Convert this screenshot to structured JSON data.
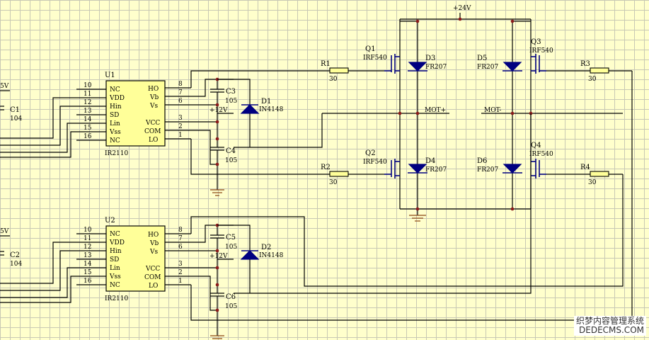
{
  "supply": {
    "v24": "+24V",
    "v12": "+12V",
    "v5": "5V"
  },
  "chips": [
    {
      "ref": "U1",
      "part": "IR2110",
      "left_pins": [
        {
          "num": "10",
          "name": "NC"
        },
        {
          "num": "11",
          "name": "VDD"
        },
        {
          "num": "12",
          "name": "Hin"
        },
        {
          "num": "13",
          "name": "SD"
        },
        {
          "num": "14",
          "name": "Lin"
        },
        {
          "num": "15",
          "name": "Vss"
        },
        {
          "num": "16",
          "name": "NC"
        }
      ],
      "right_pins": [
        {
          "num": "8",
          "name": "HO"
        },
        {
          "num": "7",
          "name": "Vb"
        },
        {
          "num": "6",
          "name": "Vs"
        },
        {
          "num": "3",
          "name": "VCC"
        },
        {
          "num": "2",
          "name": "COM"
        },
        {
          "num": "1",
          "name": "LO"
        }
      ]
    },
    {
      "ref": "U2",
      "part": "IR2110",
      "left_pins": [
        {
          "num": "10",
          "name": "NC"
        },
        {
          "num": "11",
          "name": "VDD"
        },
        {
          "num": "12",
          "name": "Hin"
        },
        {
          "num": "13",
          "name": "SD"
        },
        {
          "num": "14",
          "name": "Lin"
        },
        {
          "num": "15",
          "name": "Vss"
        },
        {
          "num": "16",
          "name": "NC"
        }
      ],
      "right_pins": [
        {
          "num": "8",
          "name": "HO"
        },
        {
          "num": "7",
          "name": "Vb"
        },
        {
          "num": "6",
          "name": "Vs"
        },
        {
          "num": "3",
          "name": "VCC"
        },
        {
          "num": "2",
          "name": "COM"
        },
        {
          "num": "1",
          "name": "LO"
        }
      ]
    }
  ],
  "caps": [
    {
      "ref": "C1",
      "value": "104"
    },
    {
      "ref": "C2",
      "value": "104"
    },
    {
      "ref": "C3",
      "value": "105"
    },
    {
      "ref": "C4",
      "value": "105"
    },
    {
      "ref": "C5",
      "value": "105"
    },
    {
      "ref": "C6",
      "value": "105"
    }
  ],
  "diodes": [
    {
      "ref": "D1",
      "part": "IN4148"
    },
    {
      "ref": "D2",
      "part": "IN4148"
    },
    {
      "ref": "D3",
      "part": "FR207"
    },
    {
      "ref": "D4",
      "part": "FR207"
    },
    {
      "ref": "D5",
      "part": "FR207"
    },
    {
      "ref": "D6",
      "part": "FR207"
    }
  ],
  "resistors": [
    {
      "ref": "R1",
      "value": "30"
    },
    {
      "ref": "R2",
      "value": "30"
    },
    {
      "ref": "R3",
      "value": "30"
    },
    {
      "ref": "R4",
      "value": "30"
    }
  ],
  "mosfets": [
    {
      "ref": "Q1",
      "part": "IRF540"
    },
    {
      "ref": "Q2",
      "part": "IRF540"
    },
    {
      "ref": "Q3",
      "part": "IRF540"
    },
    {
      "ref": "Q4",
      "part": "IRF540"
    }
  ],
  "nets": {
    "mot_plus": "MOT+",
    "mot_minus": "MOT-"
  },
  "watermark": {
    "line1": "织梦内容管理系统",
    "line2": "DEDECMS.COM"
  }
}
